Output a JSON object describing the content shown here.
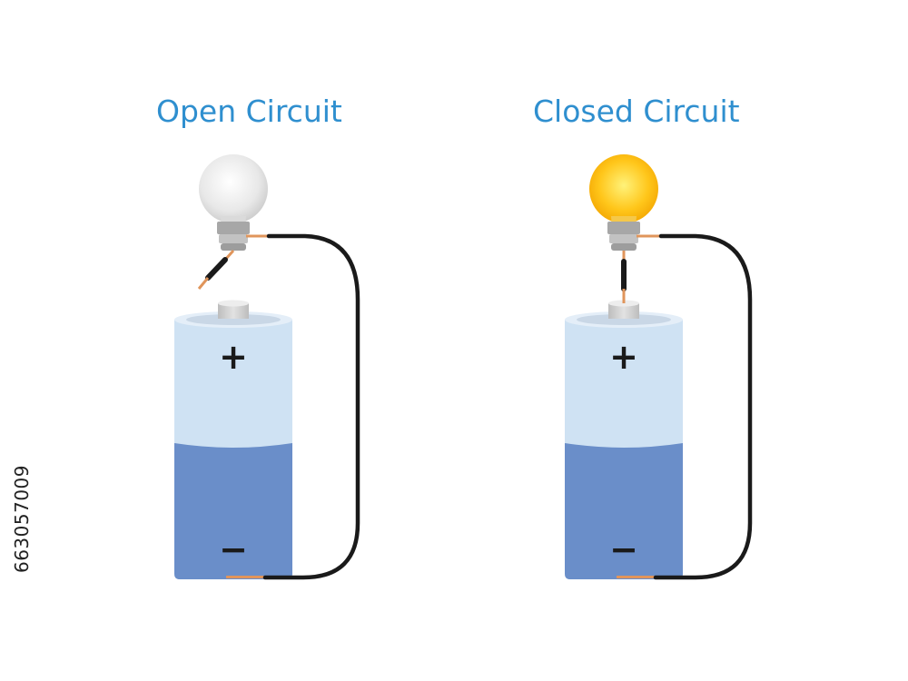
{
  "titles": {
    "open": "Open Circuit",
    "closed": "Closed Circuit"
  },
  "battery": {
    "positive_symbol": "+",
    "negative_symbol": "−"
  },
  "stock_id": "663057009",
  "colors": {
    "title": "#2f8fcf",
    "battery_top": "#cfe2f3",
    "battery_bottom": "#6a8ec9",
    "bulb_off": "#e6e6e6",
    "bulb_on": "#ffc21a",
    "wire": "#1a1a1a",
    "copper": "#e0955b"
  },
  "icons": [
    "light-bulb-off-icon",
    "light-bulb-on-icon",
    "battery-icon"
  ]
}
